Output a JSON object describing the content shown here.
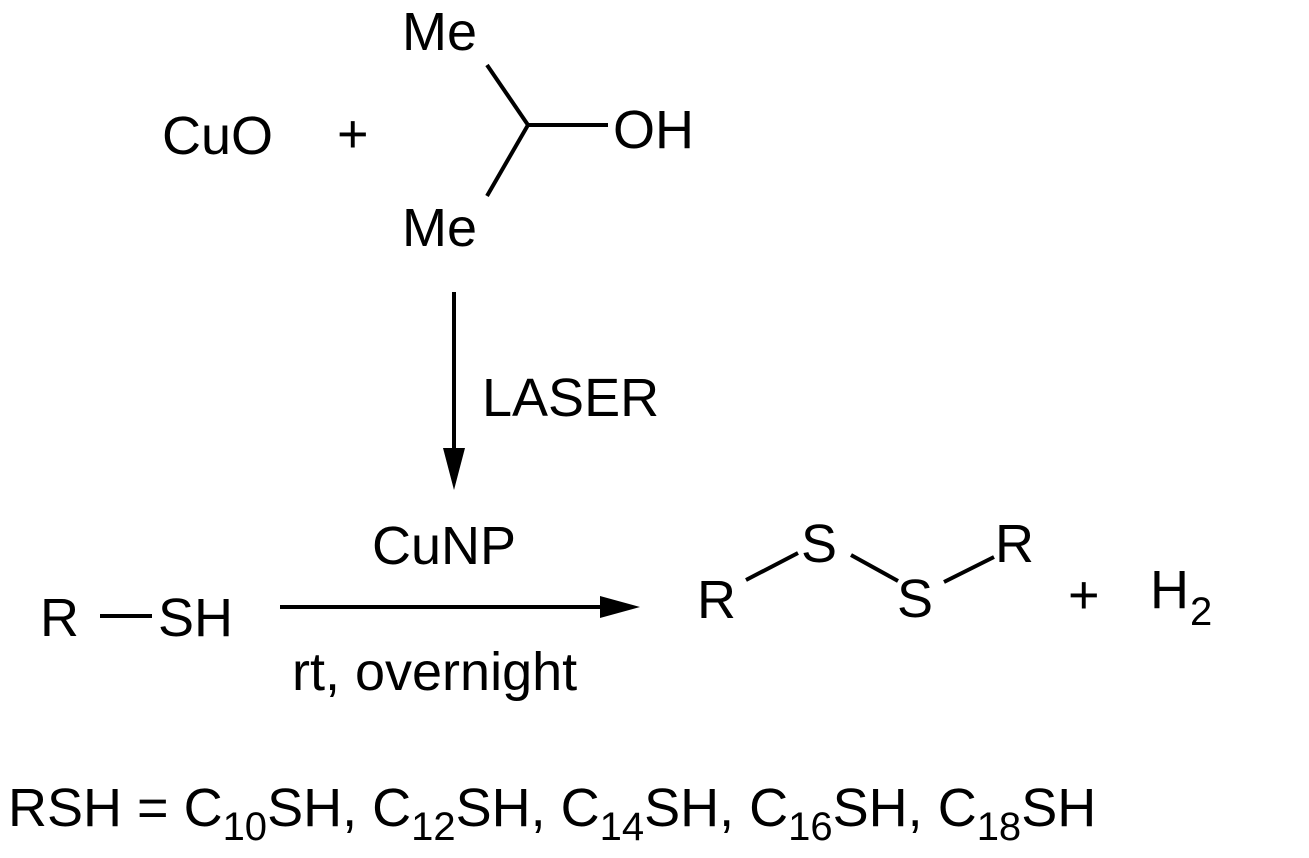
{
  "reaction1": {
    "reactant1": "CuO",
    "plus": "+",
    "isopropanol": {
      "methyl_top": "Me",
      "methyl_bottom": "Me",
      "hydroxyl": "OH"
    },
    "condition": "LASER",
    "product": "CuNP"
  },
  "reaction2": {
    "thiol": {
      "r": "R",
      "sh": "SH"
    },
    "condition_above": "CuNP",
    "condition_below": "rt, overnight",
    "disulfide": {
      "r_left": "R",
      "s_left": "S",
      "s_right": "S",
      "r_right": "R"
    },
    "plus": "+",
    "hydrogen": {
      "symbol": "H",
      "subscript": "2"
    }
  },
  "footer": {
    "lhs": "RSH = ",
    "items": [
      {
        "prefix": "C",
        "subscript": "10",
        "suffix": "SH",
        "sep": ", "
      },
      {
        "prefix": "C",
        "subscript": "12",
        "suffix": "SH",
        "sep": ", "
      },
      {
        "prefix": "C",
        "subscript": "14",
        "suffix": "SH",
        "sep": ", "
      },
      {
        "prefix": "C",
        "subscript": "16",
        "suffix": "SH",
        "sep": ", "
      },
      {
        "prefix": "C",
        "subscript": "18",
        "suffix": "SH",
        "sep": ""
      }
    ]
  }
}
